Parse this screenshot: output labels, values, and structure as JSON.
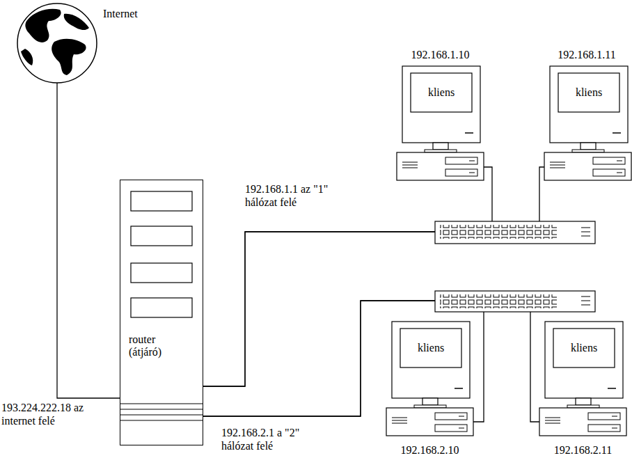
{
  "diagram": {
    "nodes": [
      {
        "text": [
          "Internet"
        ]
      },
      {
        "text": [
          "router (átjáró)"
        ]
      },
      {
        "text": [
          "192.168.1.10",
          "kliens"
        ]
      },
      {
        "text": [
          "192.168.1.11",
          "kliens"
        ]
      },
      {
        "text": [
          "192.168.2.10",
          "kliens"
        ]
      },
      {
        "text": [
          "192.168.2.11",
          "kliens"
        ]
      }
    ],
    "edges": [
      {
        "from": 0,
        "to": 1,
        "arrow": "none"
      },
      {
        "from": 1,
        "to": 2,
        "arrow": "none"
      },
      {
        "from": 1,
        "to": 3,
        "arrow": "none"
      },
      {
        "from": 1,
        "to": 4,
        "arrow": "none"
      },
      {
        "from": 1,
        "to": 5,
        "arrow": "none"
      }
    ],
    "labels": [
      "192.168.1.1 az \"1\" hálózat felé",
      "193.224.222.18 az internet felé",
      "192.168.2.1 a \"2\" hálózat felé"
    ]
  }
}
